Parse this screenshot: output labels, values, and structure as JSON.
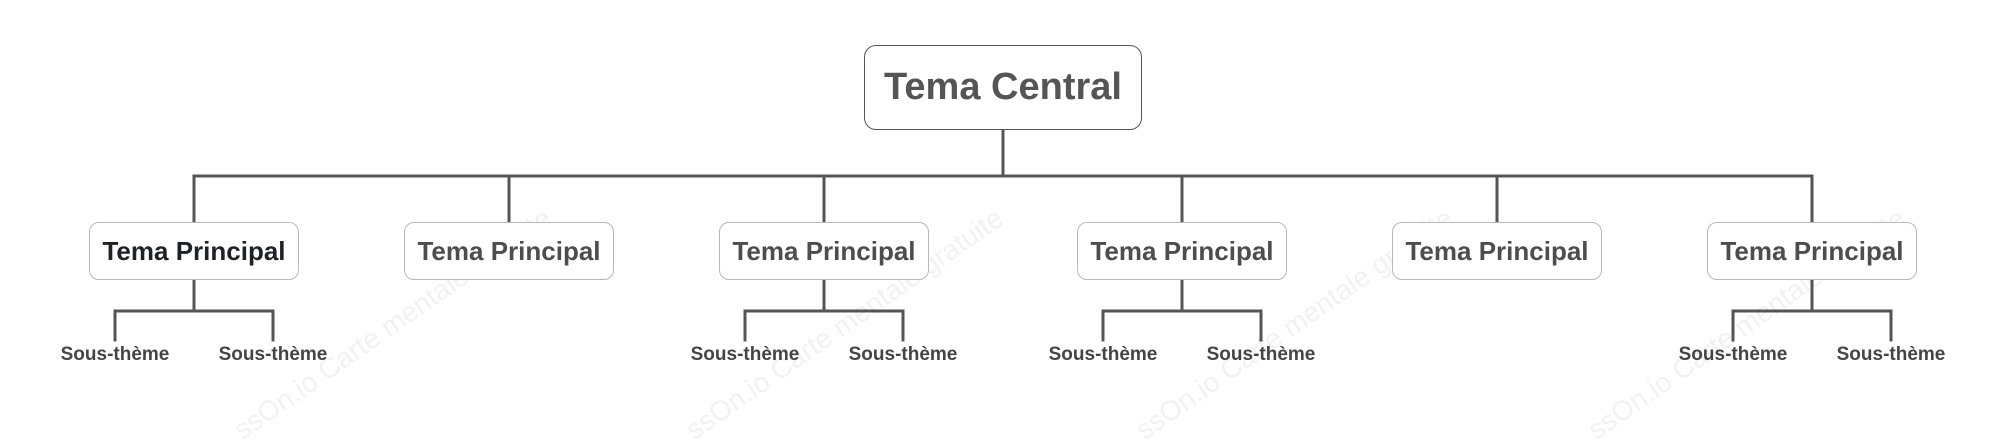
{
  "diagram": {
    "central": {
      "label": "Tema Central"
    },
    "main_topics": [
      {
        "label": "Tema Principal",
        "subtopics": [
          "Sous-thème",
          "Sous-thème"
        ]
      },
      {
        "label": "Tema Principal",
        "subtopics": []
      },
      {
        "label": "Tema Principal",
        "subtopics": [
          "Sous-thème",
          "Sous-thème"
        ]
      },
      {
        "label": "Tema Principal",
        "subtopics": [
          "Sous-thème",
          "Sous-thème"
        ]
      },
      {
        "label": "Tema Principal",
        "subtopics": []
      },
      {
        "label": "Tema Principal",
        "subtopics": [
          "Sous-thème",
          "Sous-thème"
        ]
      }
    ]
  },
  "watermark": {
    "text": "ssOn.io Carte mentale gratuite"
  },
  "colors": {
    "connector": "#555555",
    "central_border": "#555555",
    "main_border": "#b8b8b8",
    "text": "#4d4d4d"
  }
}
